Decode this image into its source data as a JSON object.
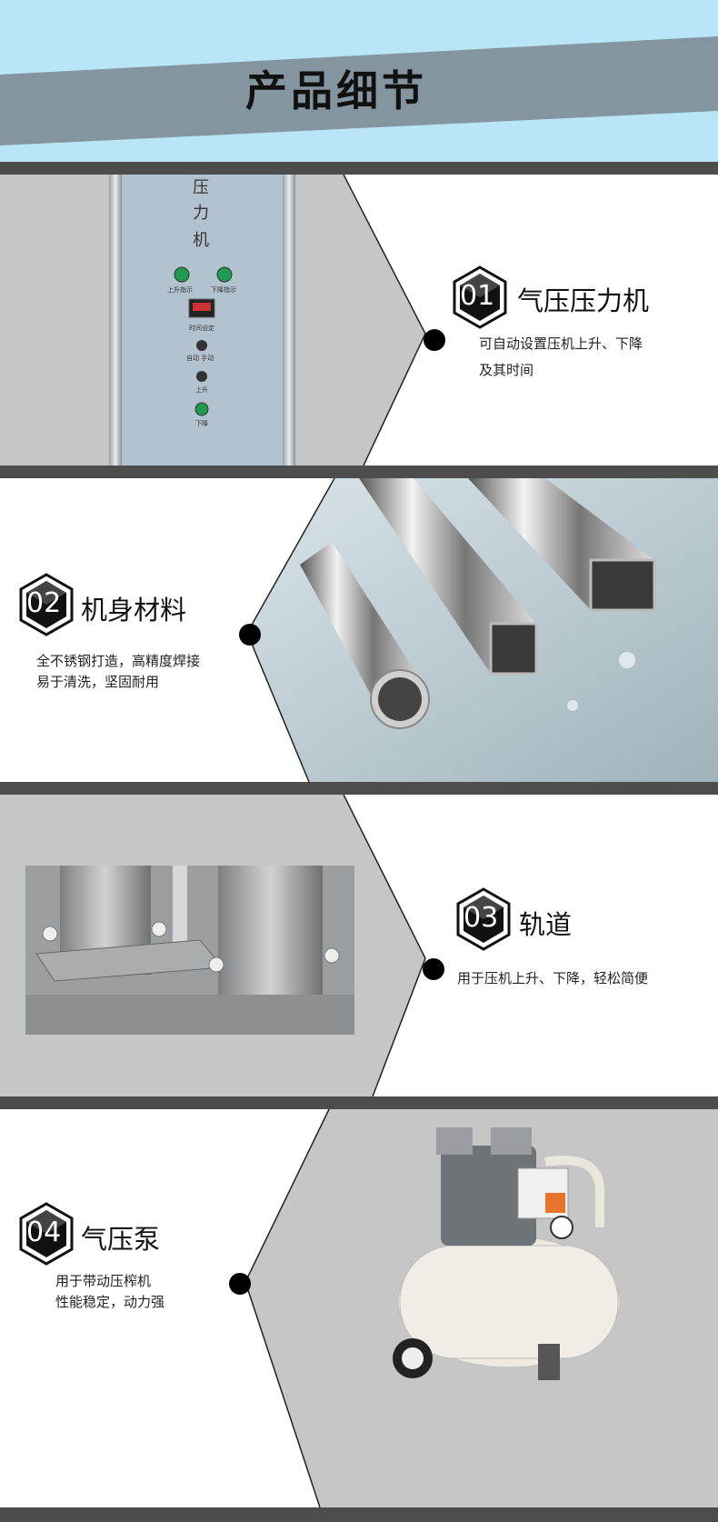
{
  "header": {
    "title": "产品细节"
  },
  "panel": {
    "vertical_title": [
      "压",
      "力",
      "机"
    ],
    "up_indicator": "上升指示",
    "down_indicator": "下降指示",
    "time_setting": "时间设定",
    "auto_manual": "自动 手动",
    "up": "上升",
    "down": "下降"
  },
  "features": [
    {
      "number": "01",
      "title": "气压压力机",
      "desc": [
        "可自动设置压机上升、下降",
        "及其时间"
      ]
    },
    {
      "number": "02",
      "title": "机身材料",
      "desc": [
        "全不锈钢打造，高精度焊接",
        "易于清洗，坚固耐用"
      ]
    },
    {
      "number": "03",
      "title": "轨道",
      "desc": [
        "用于压机上升、下降，轻松简便"
      ]
    },
    {
      "number": "04",
      "title": "气压泵",
      "desc": [
        "用于带动压榨机",
        "性能稳定，动力强"
      ]
    }
  ],
  "colors": {
    "header_bg": "#b9e6f7",
    "header_band": "#8595a0",
    "divider": "#4d4d4d",
    "section_gray": "#c6c6c6",
    "section_white": "#ffffff"
  }
}
